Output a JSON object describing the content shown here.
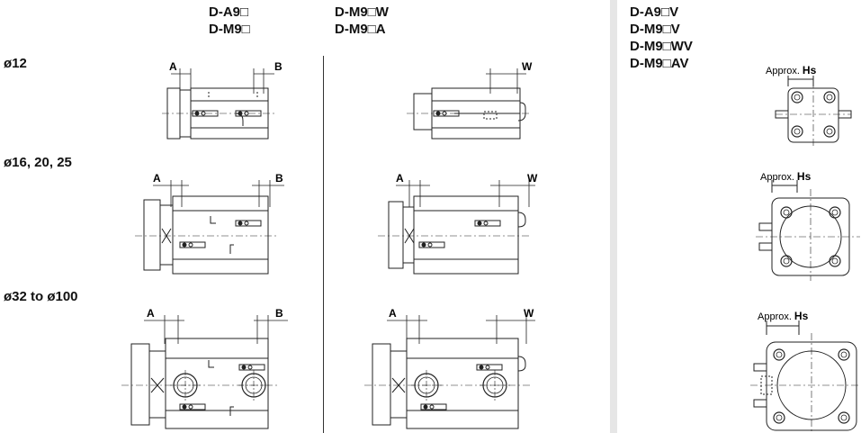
{
  "headers": {
    "col1": [
      "D-A9□",
      "D-M9□"
    ],
    "col2": [
      "D-M9□W",
      "D-M9□A"
    ],
    "col3": [
      "D-A9□V",
      "D-M9□V",
      "D-M9□WV",
      "D-M9□AV"
    ]
  },
  "rows": [
    {
      "size": "ø12"
    },
    {
      "size": "ø16, 20, 25"
    },
    {
      "size": "ø32 to ø100"
    }
  ],
  "dims": {
    "a": "A",
    "b": "B",
    "w": "W"
  },
  "approx": {
    "prefix": "Approx.",
    "symbol": "Hs"
  }
}
